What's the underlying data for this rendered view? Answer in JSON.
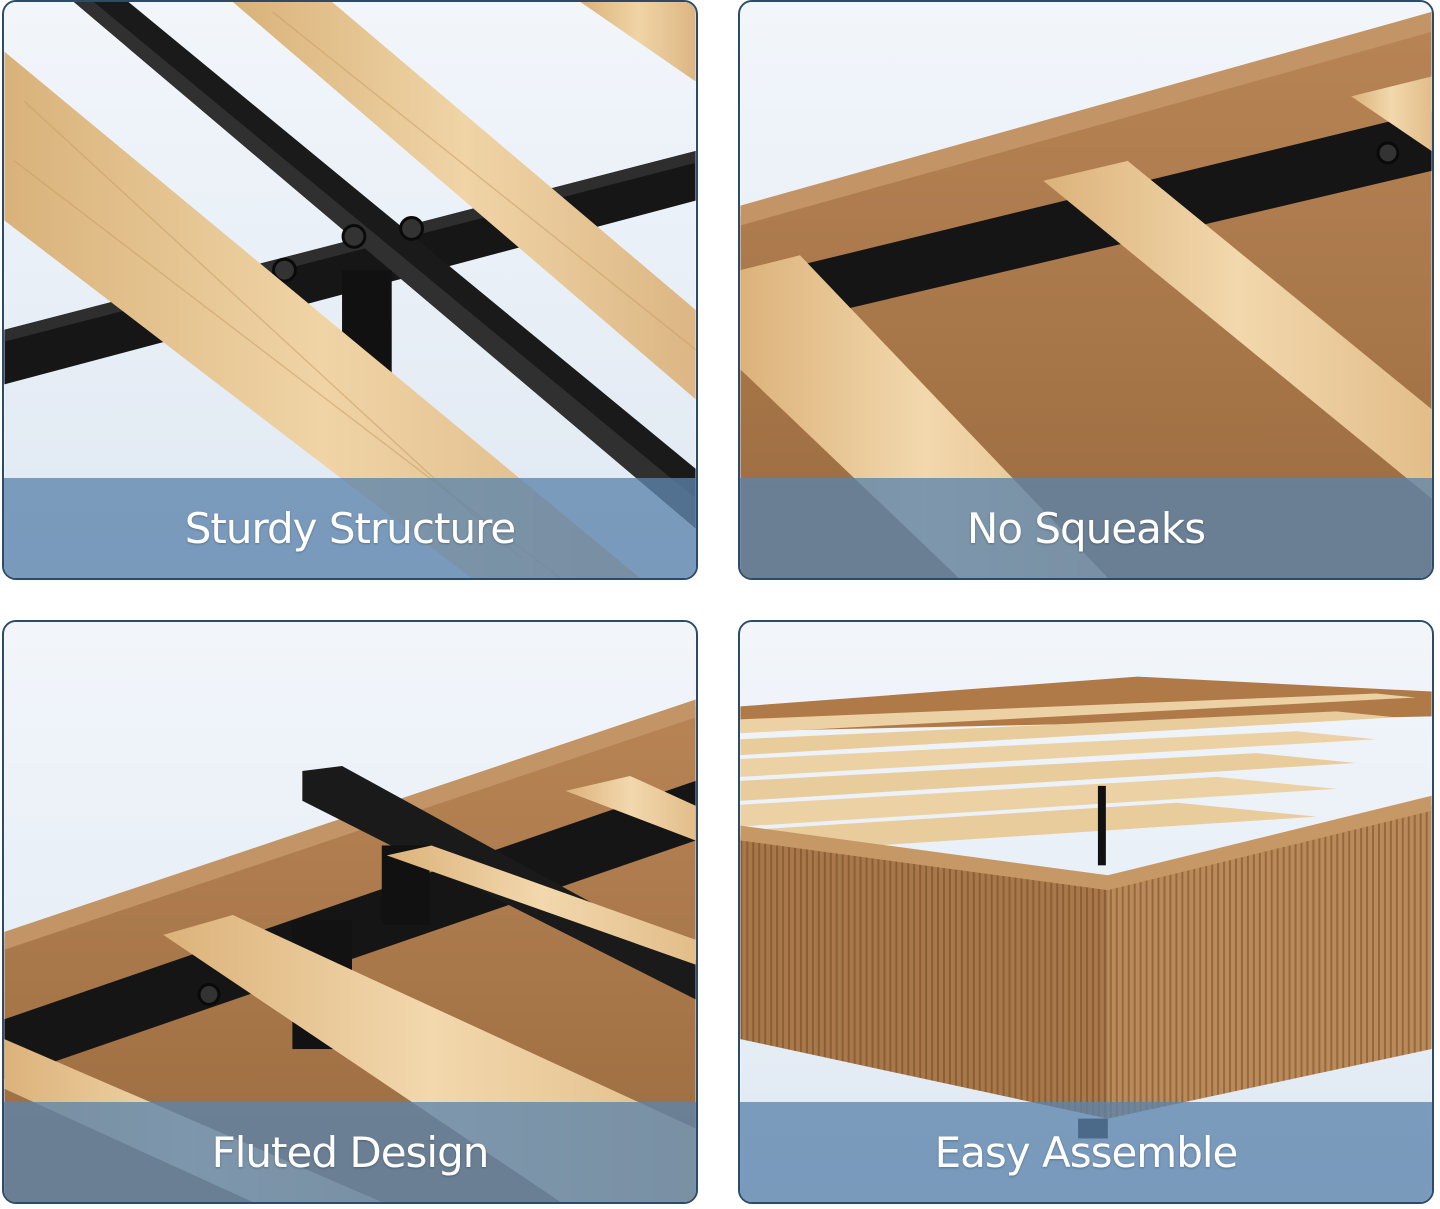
{
  "panels": [
    {
      "caption": "Sturdy Structure"
    },
    {
      "caption": "No Squeaks"
    },
    {
      "caption": "Fluted Design"
    },
    {
      "caption": "Easy Assemble"
    }
  ],
  "colors": {
    "background": "#e9f0f8",
    "slat_wood": "#e8c894",
    "frame_wood": "#a8784a",
    "steel": "#1c1c1c",
    "caption_band": "#5c84ac",
    "border": "#2d4a68"
  },
  "icons": [
    "wood-slat-graphic",
    "steel-beam-graphic",
    "bolt-icon",
    "fluted-panel-graphic",
    "bed-frame-graphic"
  ]
}
